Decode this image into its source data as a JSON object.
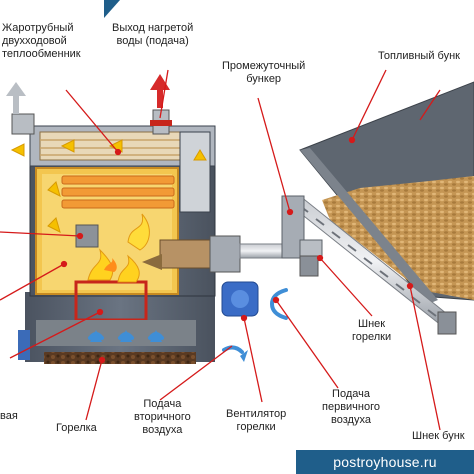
{
  "labels": {
    "heat_exchanger": "Жаротрубный\nдвухходовой\nтеплообменник",
    "hot_water_outlet": "Выход нагретой\nводы (подача)",
    "intermediate_hopper": "Промежуточный\nбункер",
    "fuel_hopper": "Топливный бунк",
    "burner_auger": "Шнек\nгорелки",
    "hopper_auger": "Шнек бунк",
    "primary_air": "Подача\nпервичного\nвоздуха",
    "burner_fan": "Вентилятор\nгорелки",
    "secondary_air": "Подача\nвторичного\nвоздуха",
    "burner": "Горелка",
    "left_cut_label": "вая"
  },
  "watermark": "postroyhouse.ru",
  "colors": {
    "leader_line": "#d51a1a",
    "boiler_casing": "#5b6472",
    "boiler_casing_dark": "#3a414c",
    "firebox_wall": "#f2c14e",
    "flame": "#ffd21f",
    "fire_tube": "#f3a23b",
    "air_arrow": "#3f8ed6",
    "hot_arrow": "#d62a2a",
    "hopper_wall": "#5e6670",
    "pellets": "#c89a5a",
    "watermark_bg": "#1f5e8a"
  },
  "icons": [
    "flame-icon",
    "air-flow-arrow-icon",
    "hot-water-arrow-icon",
    "return-water-arrow-icon",
    "fan-icon"
  ]
}
